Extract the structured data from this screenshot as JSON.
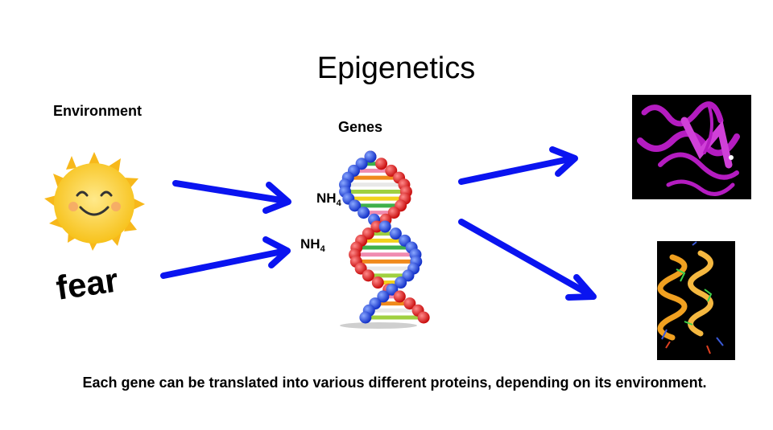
{
  "title": "Epigenetics",
  "labels": {
    "environment": "Environment",
    "genes": "Genes",
    "nh_top_main": "NH",
    "nh_top_sub": "4",
    "nh_bottom_main": "NH",
    "nh_bottom_sub": "4",
    "fear": "fear"
  },
  "caption": "Each gene can be translated into various different proteins, depending on its environment.",
  "colors": {
    "arrow": "#0a14f0",
    "sun": "#f7c21b",
    "dna_red": "#e41c1c",
    "dna_blue": "#1c3fd8",
    "protein_purple": "#b41cc0",
    "protein_orange": "#f0a020",
    "panel_bg": "#000000"
  },
  "icons": [
    "sun-icon",
    "dna-helix-icon",
    "protein-structure-icon",
    "helix-protein-icon"
  ]
}
